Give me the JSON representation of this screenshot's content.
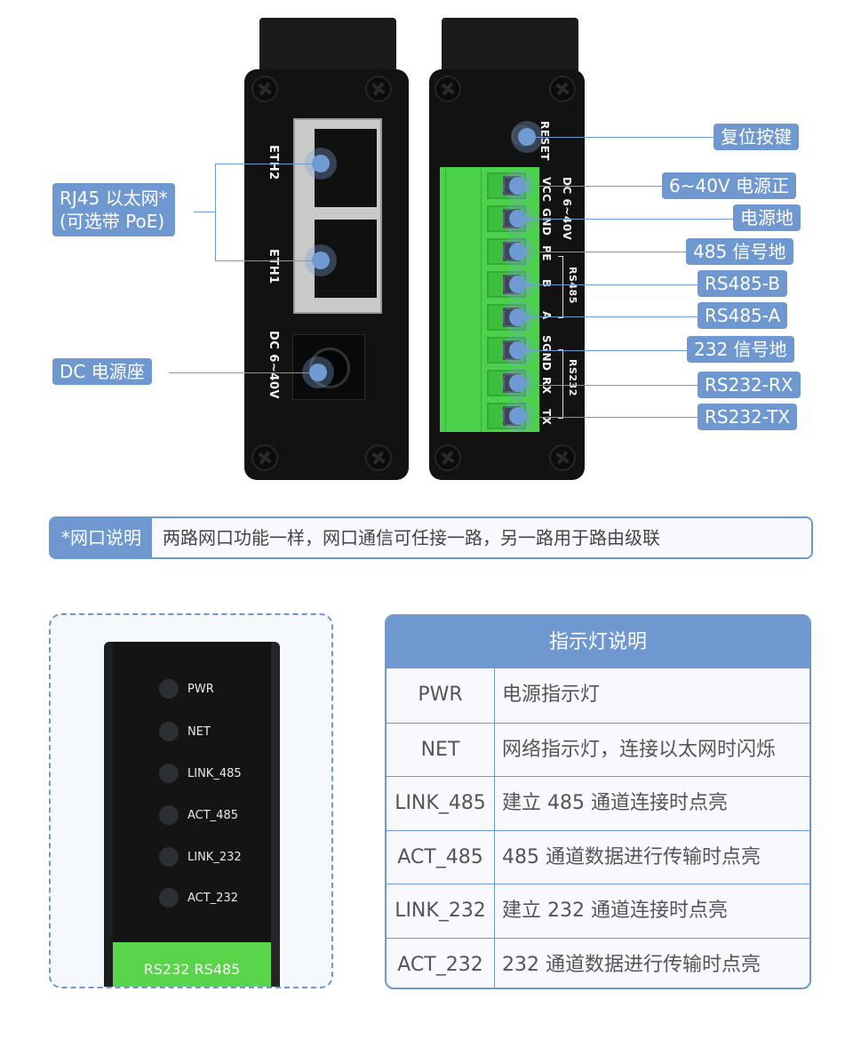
{
  "left_device": {
    "eth2_label": "ETH2",
    "eth1_label": "ETH1",
    "dc_label": "DC 6~40V"
  },
  "right_device": {
    "reset_label": "RESET",
    "pin_labels": [
      "VCC",
      "GND",
      "PE",
      "B",
      "A",
      "SGND",
      "RX",
      "TX"
    ],
    "group_labels": {
      "dc": "DC 6~40V",
      "rs485": "RS485",
      "rs232": "RS232"
    }
  },
  "left_callouts": {
    "rj45_line1": "RJ45 以太网*",
    "rj45_line2": "(可选带 PoE)",
    "dc_jack": "DC 电源座"
  },
  "right_callouts": [
    "复位按键",
    "6~40V 电源正",
    "电源地",
    "485 信号地",
    "RS485-B",
    "RS485-A",
    "232 信号地",
    "RS232-RX",
    "RS232-TX"
  ],
  "note": {
    "title": "*网口说明",
    "text": "两路网口功能一样，网口通信可任接一路，另一路用于路由级联"
  },
  "led_panel": {
    "leds": [
      "PWR",
      "NET",
      "LINK_485",
      "ACT_485",
      "LINK_232",
      "ACT_232"
    ],
    "badge": "RS232 RS485"
  },
  "led_table": {
    "title": "指示灯说明",
    "rows": [
      {
        "name": "PWR",
        "desc": "电源指示灯"
      },
      {
        "name": "NET",
        "desc": "网络指示灯，连接以太网时闪烁"
      },
      {
        "name": "LINK_485",
        "desc": "建立 485 通道连接时点亮"
      },
      {
        "name": "ACT_485",
        "desc": "485 通道数据进行传输时点亮"
      },
      {
        "name": "LINK_232",
        "desc": "建立 232 通道连接时点亮"
      },
      {
        "name": "ACT_232",
        "desc": "232 通道数据进行传输时点亮"
      }
    ]
  },
  "colors": {
    "accent": "#6f98d0",
    "terminal_green": "#4bd14b",
    "device_black": "#121212"
  }
}
